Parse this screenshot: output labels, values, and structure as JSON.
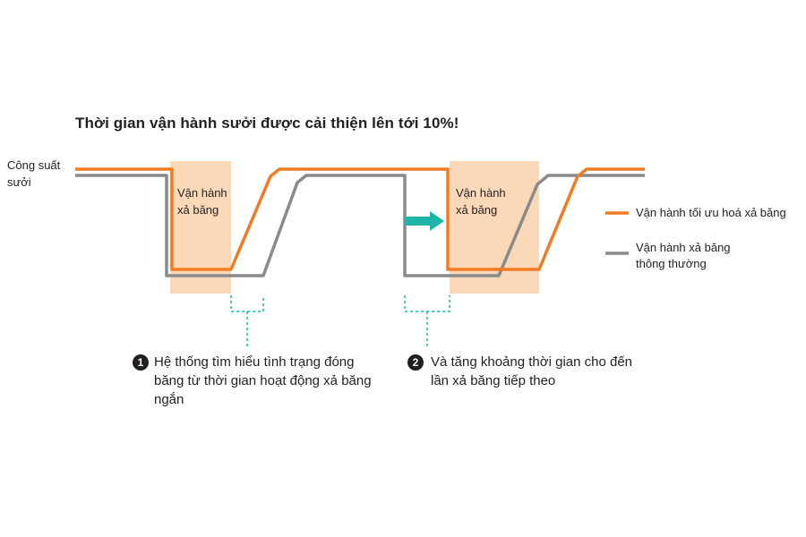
{
  "title": "Thời gian vận hành sưởi được cải thiện lên tới 10%!",
  "y_axis_label": "Công suất sưởi",
  "defrost_box_label": "Vận hành xả băng",
  "legend": [
    {
      "label": "Vận hành tối ưu hoá xả băng",
      "color": "#f07b22"
    },
    {
      "label": "Vận hành xả băng thông thường",
      "color": "#8a8a8a"
    }
  ],
  "notes": [
    {
      "number": "1",
      "text": "Hệ thống tìm hiểu tình trạng đóng băng từ thời gian hoạt động xả băng ngắn"
    },
    {
      "number": "2",
      "text": "Và tăng khoảng thời gian cho đến lần xả băng tiếp theo"
    }
  ],
  "colors": {
    "optimized": "#f07b22",
    "conventional": "#8a8a8a",
    "defrost_zone": "#fbd9b8",
    "bracket": "#1fb5a9",
    "arrow": "#1fb5a9"
  }
}
